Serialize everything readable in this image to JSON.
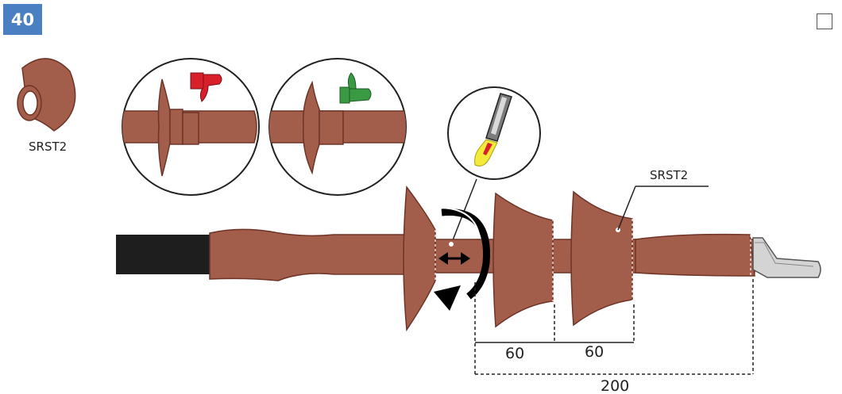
{
  "step": {
    "number": "40"
  },
  "checkbox": {
    "checked": false
  },
  "part_label_top": "SRST2",
  "part_label_callout": "SRST2",
  "dimensions": {
    "first": "60",
    "second": "60",
    "total": "200"
  },
  "colors": {
    "sleeve": "#a35d4b",
    "sleeve_dark": "#6e3427",
    "cable_jacket": "#1e1e1e",
    "thumb_down": "#d8202a",
    "thumb_up": "#3a9a44",
    "flame": "#f4ea3a",
    "badge": "#4a7fc1",
    "lug": "#d4d4d4"
  },
  "icons": [
    "thumbs-down-icon",
    "thumbs-up-icon",
    "gas-torch-icon",
    "rotate-arrow-icon",
    "double-arrow-icon"
  ]
}
